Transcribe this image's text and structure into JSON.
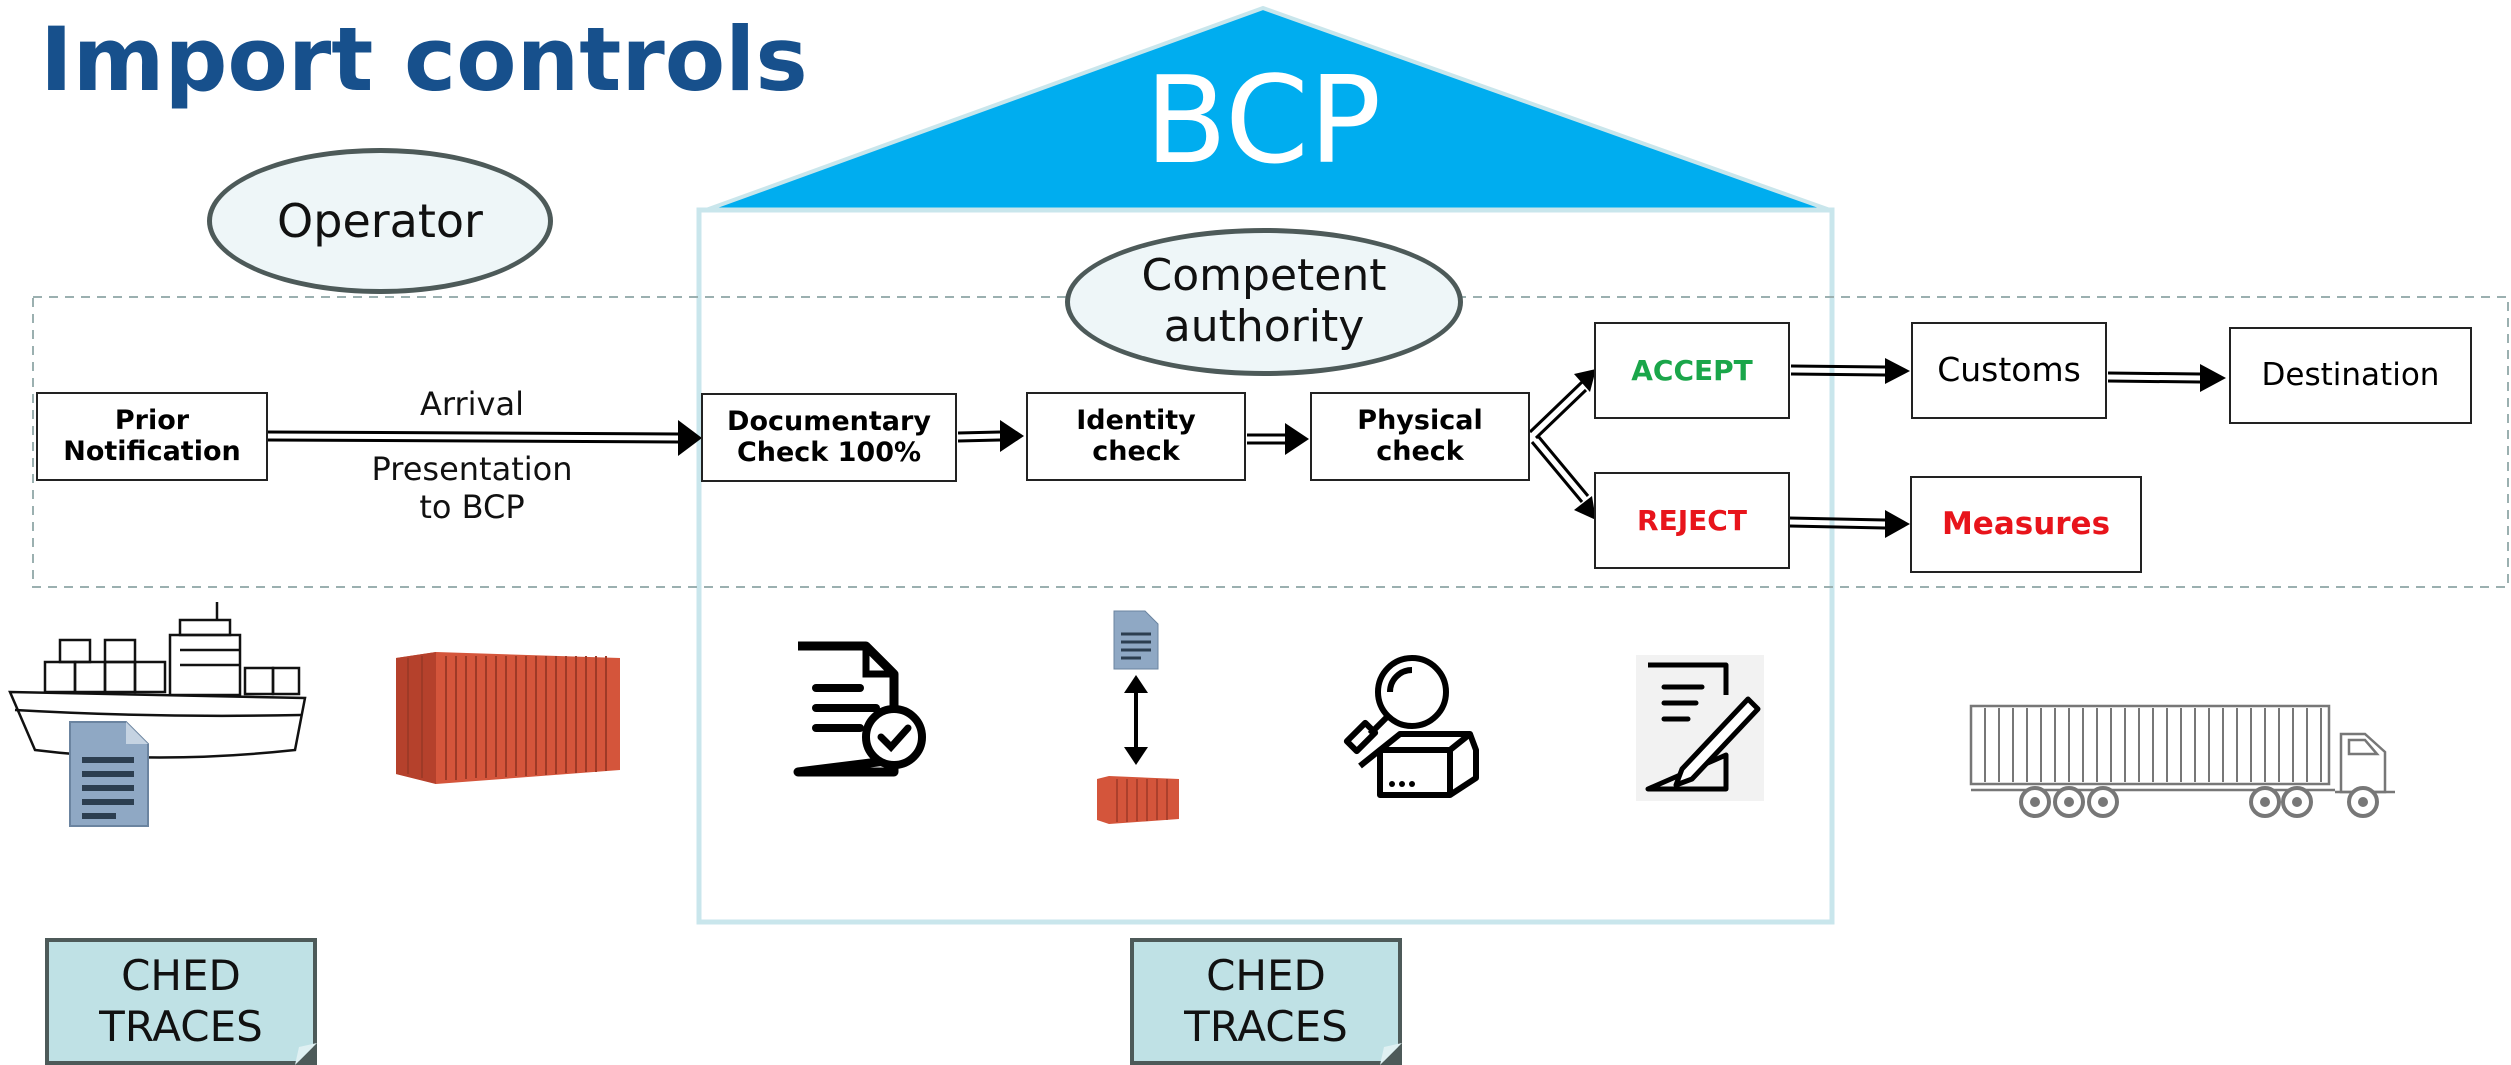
{
  "title": "Import controls",
  "bcp_label": "BCP",
  "operator_label": "Operator",
  "competent_authority": {
    "line1": "Competent",
    "line2": "authority"
  },
  "steps": {
    "prior_notification": {
      "line1": "Prior",
      "line2": "Notification"
    },
    "arrival": "Arrival",
    "presentation": {
      "line1": "Presentation",
      "line2": "to BCP"
    },
    "documentary_check": {
      "line1": "Documentary",
      "line2": "Check 100%"
    },
    "identity_check": {
      "line1": "Identity",
      "line2": "check"
    },
    "physical_check": {
      "line1": "Physical",
      "line2": "check"
    },
    "accept": "ACCEPT",
    "reject": "REJECT",
    "customs": "Customs",
    "destination": "Destination",
    "measures": "Measures"
  },
  "ched_notes": [
    {
      "line1": "CHED",
      "line2": "TRACES"
    },
    {
      "line1": "CHED",
      "line2": "TRACES"
    }
  ],
  "colors": {
    "title": "#17508c",
    "bcp_roof": "#00adef",
    "accept": "#1aa64a",
    "reject": "#e8141b",
    "note_fill": "#bfe1e5",
    "ellipse_fill": "#eef6f8",
    "bcp_frame": "#c9e6ec"
  },
  "icons": [
    "cargo-ship-icon",
    "document-icon",
    "shipping-container-icon",
    "document-check-icon",
    "small-document-icon",
    "double-arrow-icon",
    "small-container-icon",
    "magnifier-box-icon",
    "pen-document-icon",
    "container-truck-icon"
  ]
}
